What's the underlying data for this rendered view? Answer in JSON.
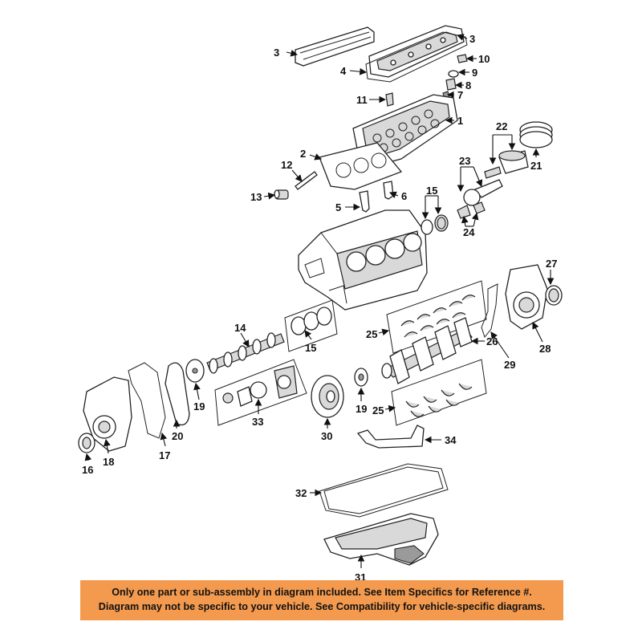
{
  "callouts": [
    "1",
    "2",
    "3",
    "3",
    "4",
    "5",
    "6",
    "7",
    "8",
    "9",
    "10",
    "11",
    "12",
    "13",
    "14",
    "15",
    "15",
    "16",
    "17",
    "18",
    "19",
    "19",
    "20",
    "21",
    "22",
    "23",
    "24",
    "25",
    "25",
    "26",
    "27",
    "28",
    "29",
    "30",
    "31",
    "32",
    "33",
    "34"
  ],
  "banner": {
    "line1": "Only one part or sub-assembly in diagram included. See Item Specifics for Reference #.",
    "line2": "Diagram may not be specific to your vehicle. See Compatibility for vehicle-specific diagrams."
  },
  "colors": {
    "banner": "#f39a4f",
    "line": "#222222",
    "fill": "#ffffff"
  }
}
